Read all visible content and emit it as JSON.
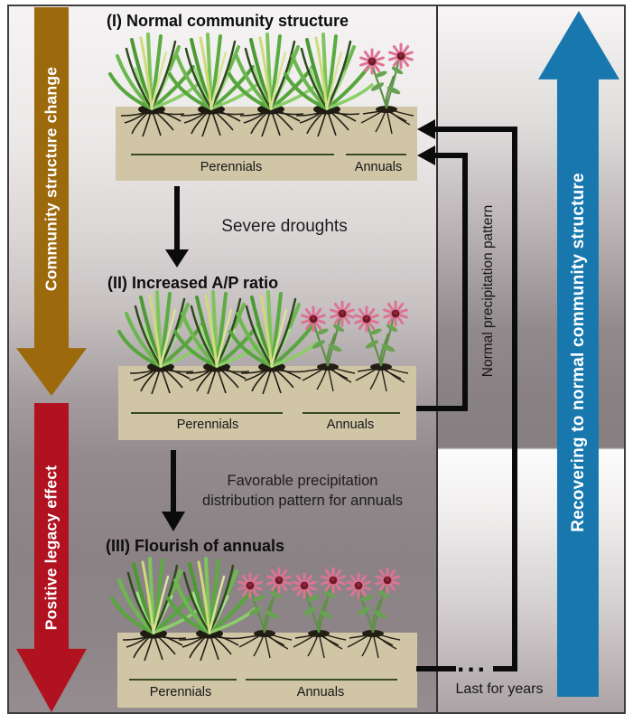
{
  "figure": {
    "stages": [
      {
        "id": "I",
        "title": "(I) Normal community structure",
        "perennials_label": "Perennials",
        "annuals_label": "Annuals",
        "perennial_count": 4,
        "annual_count": 1
      },
      {
        "id": "II",
        "title": "(II) Increased A/P ratio",
        "perennials_label": "Perennials",
        "annuals_label": "Annuals",
        "perennial_count": 3,
        "annual_count": 2
      },
      {
        "id": "III",
        "title": "(III) Flourish of annuals",
        "perennials_label": "Perennials",
        "annuals_label": "Annuals",
        "perennial_count": 2,
        "annual_count": 3
      }
    ],
    "transitions": [
      {
        "label": "Severe droughts"
      },
      {
        "lines": [
          "Favorable precipitation",
          "distribution pattern for annuals"
        ]
      }
    ],
    "side_arrows": {
      "left_top": {
        "label": "Community structure change",
        "color": "#9c690c",
        "direction": "down"
      },
      "left_bottom": {
        "label": "Positive legacy effect",
        "color": "#b11220",
        "direction": "down"
      },
      "right": {
        "label": "Recovering to normal community structure",
        "color": "#1878ae",
        "direction": "up"
      }
    },
    "feedback": {
      "pattern_label": "Normal precipitation pattern",
      "ellipsis": "...",
      "last_for_years": "Last for years"
    },
    "colors": {
      "soil": "#d0c6a6",
      "line_olive": "#3a4a1e",
      "black_lines": "#0b0b0b",
      "grass_green": "#5fa843",
      "flower_pink": "#dd7396"
    }
  }
}
